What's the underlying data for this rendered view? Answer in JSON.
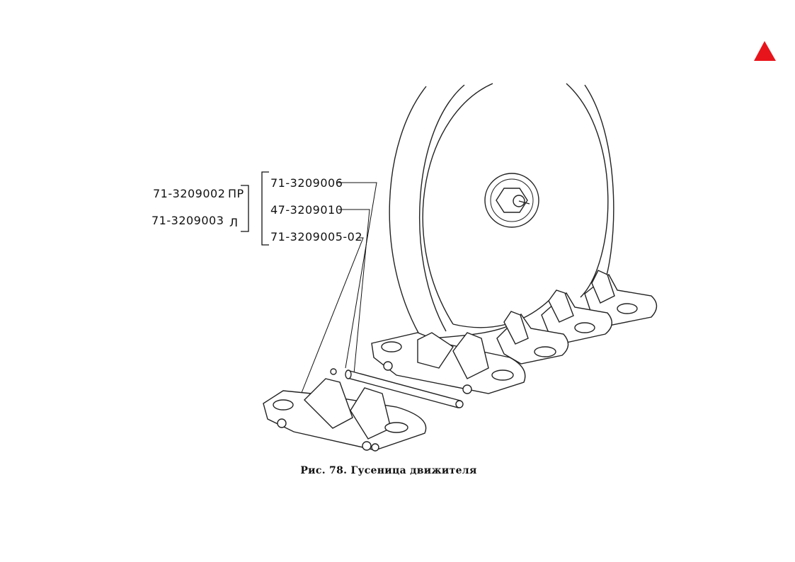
{
  "labels": {
    "left_top_number": "71-3209002",
    "left_top_suffix": "ПР",
    "left_bottom_number": "71-3209003",
    "left_bottom_suffix": "Л",
    "right_1": "71-3209006",
    "right_2": "47-3209010",
    "right_3": "71-3209005-02"
  },
  "caption": "Рис.  78.  Гусеница движителя",
  "colors": {
    "line": "#111111",
    "marker": "#e8141b"
  },
  "icons": {
    "corner_marker": "red-triangle"
  }
}
